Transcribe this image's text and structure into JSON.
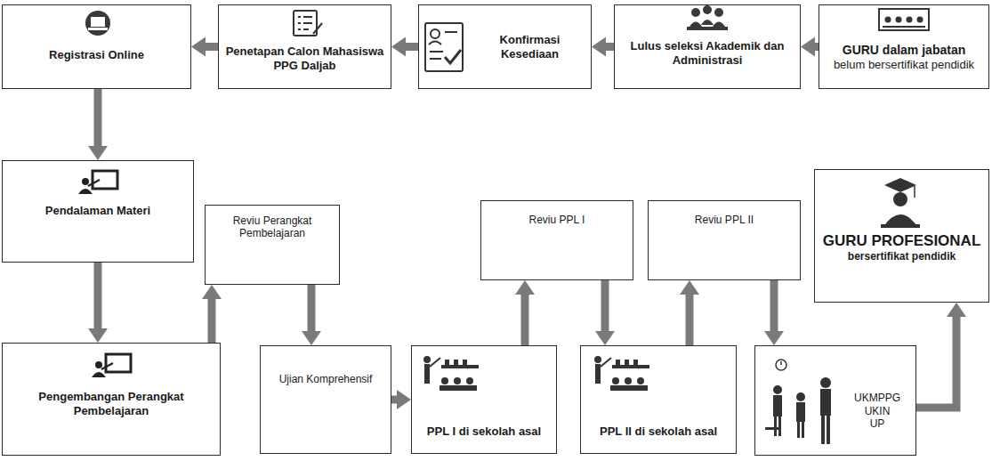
{
  "diagram": {
    "nodes": [
      {
        "text": [
          "GURU dalam jabatan",
          "belum bersertifikat pendidik"
        ]
      },
      {
        "text": [
          "Lulus seleksi Akademik dan Administrasi"
        ]
      },
      {
        "text": [
          "Konfirmasi Kesediaan"
        ]
      },
      {
        "text": [
          "Penetapan Calon Mahasiswa PPG Daljab"
        ]
      },
      {
        "text": [
          "Registrasi Online"
        ]
      },
      {
        "text": [
          "Pendalaman Materi"
        ]
      },
      {
        "text": [
          "Pengembangan Perangkat Pembelajaran"
        ]
      },
      {
        "text": [
          "Reviu Perangkat Pembelajaran"
        ]
      },
      {
        "text": [
          "Ujian Komprehensif"
        ]
      },
      {
        "text": [
          "PPL I di sekolah asal"
        ]
      },
      {
        "text": [
          "Reviu PPL I"
        ]
      },
      {
        "text": [
          "PPL II di sekolah asal"
        ]
      },
      {
        "text": [
          "Reviu PPL II"
        ]
      },
      {
        "text": [
          "UKMPPG",
          "UKIN",
          "UP"
        ]
      },
      {
        "text": [
          "GURU PROFESIONAL",
          "bersertifikat pendidik"
        ]
      }
    ],
    "edges": [
      {
        "from": 0,
        "to": 1,
        "arrow": "to"
      },
      {
        "from": 1,
        "to": 2,
        "arrow": "to"
      },
      {
        "from": 2,
        "to": 3,
        "arrow": "to"
      },
      {
        "from": 3,
        "to": 4,
        "arrow": "to"
      },
      {
        "from": 4,
        "to": 5,
        "arrow": "to"
      },
      {
        "from": 5,
        "to": 6,
        "arrow": "to"
      },
      {
        "from": 6,
        "to": 7,
        "arrow": "to"
      },
      {
        "from": 7,
        "to": 8,
        "arrow": "to"
      },
      {
        "from": 8,
        "to": 9,
        "arrow": "to"
      },
      {
        "from": 9,
        "to": 10,
        "arrow": "to"
      },
      {
        "from": 10,
        "to": 11,
        "arrow": "to"
      },
      {
        "from": 11,
        "to": 12,
        "arrow": "to"
      },
      {
        "from": 12,
        "to": 13,
        "arrow": "to"
      },
      {
        "from": 13,
        "to": 14,
        "arrow": "to"
      }
    ]
  }
}
